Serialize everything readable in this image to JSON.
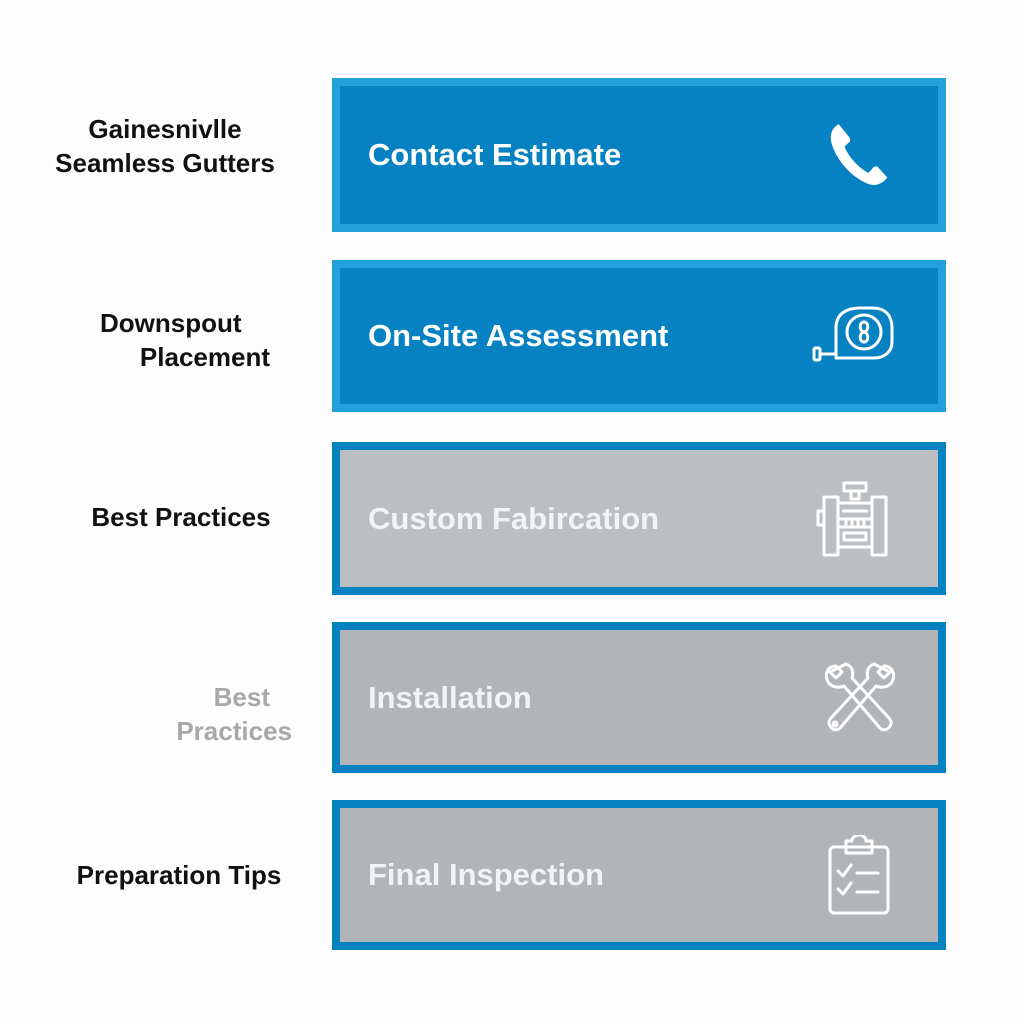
{
  "left_labels": [
    {
      "id": "gainesville",
      "lines": [
        "Gainesnivlle",
        "Seamless Gutters"
      ],
      "color": "#111111"
    },
    {
      "id": "downspout",
      "lines": [
        "Downspout",
        "Placement"
      ],
      "color": "#111111"
    },
    {
      "id": "best-practices-1",
      "lines": [
        "Best Practices"
      ],
      "color": "#111111"
    },
    {
      "id": "best-practices-2",
      "lines": [
        "Best",
        "Practices"
      ],
      "color": "#a8a8a8"
    },
    {
      "id": "preparation",
      "lines": [
        "Preparation Tips"
      ],
      "color": "#111111"
    }
  ],
  "steps": [
    {
      "title": "Contact Estimate",
      "icon": "phone-icon",
      "state": "active"
    },
    {
      "title": "On-Site Assessment",
      "icon": "tape-measure-icon",
      "state": "active"
    },
    {
      "title": "Custom Fabircation",
      "icon": "machine-icon",
      "state": "inactive"
    },
    {
      "title": "Installation",
      "icon": "wrenches-icon",
      "state": "inactive"
    },
    {
      "title": "Final Inspection",
      "icon": "clipboard-checklist-icon",
      "state": "inactive"
    }
  ],
  "colors": {
    "active_fill": "#0682c2",
    "active_border": "#24a1dc",
    "inactive_fill": "#bcbfc2",
    "inactive_border": "#0682c2",
    "label_text": "#111111",
    "faded_label_text": "#a8a8a8"
  }
}
